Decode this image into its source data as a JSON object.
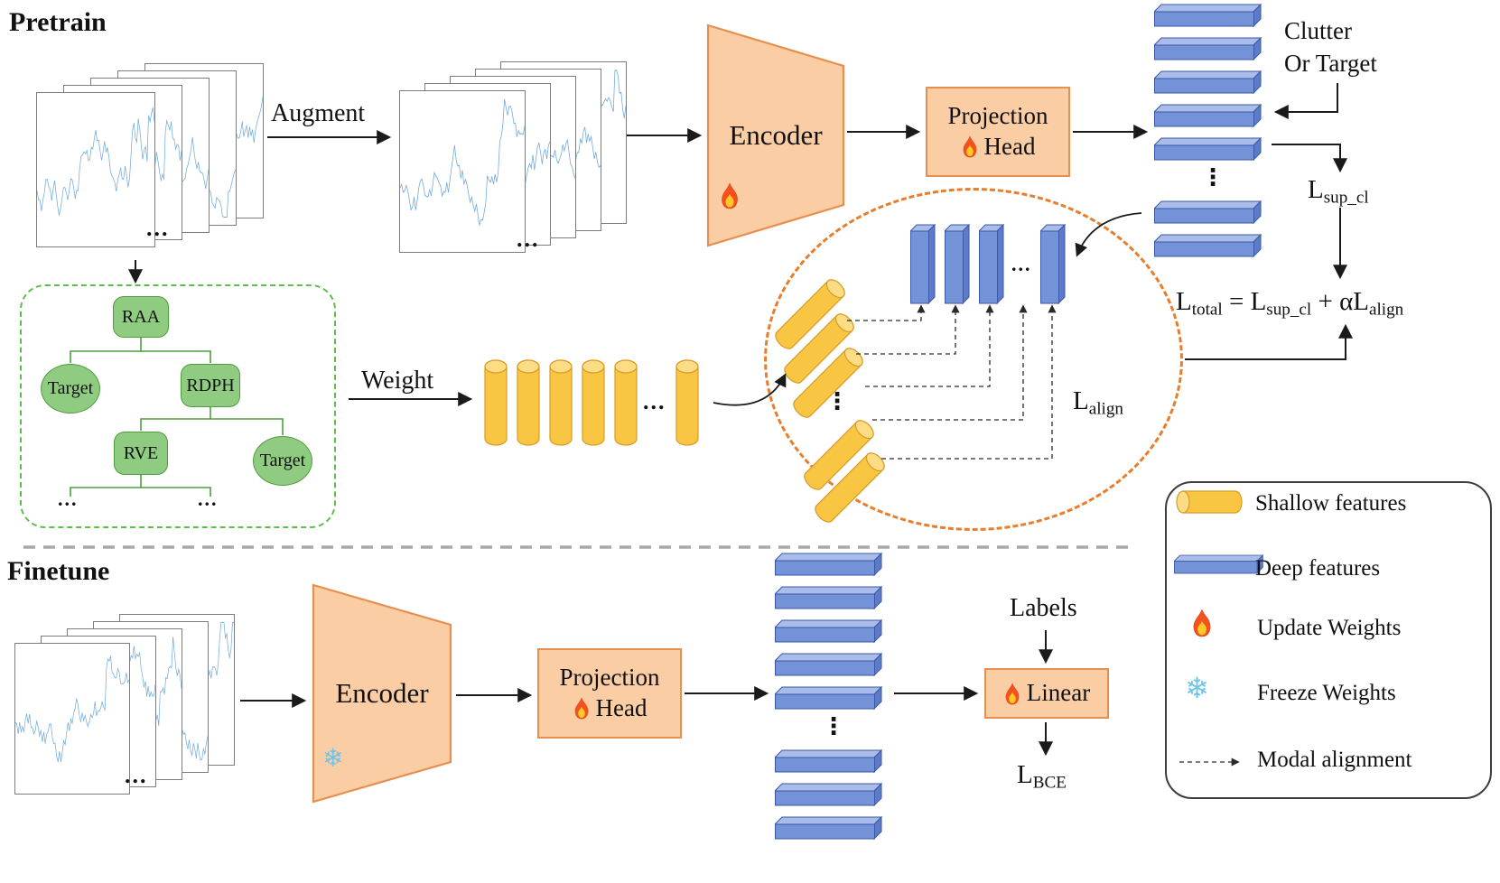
{
  "pretrain": {
    "title": "Pretrain",
    "augment": "Augment",
    "encoder": "Encoder",
    "projection_line1": "Projection",
    "projection_line2": "Head",
    "clutter_line1": "Clutter",
    "clutter_line2": "Or Target",
    "weight": "Weight",
    "tree": {
      "raa": "RAA",
      "target_left": "Target",
      "rdph": "RDPH",
      "rve": "RVE",
      "target_right": "Target"
    },
    "l_sup_cl": {
      "base": "L",
      "sub": "sup_cl"
    },
    "l_align": {
      "base": "L",
      "sub": "align"
    },
    "l_total": {
      "lhs_base": "L",
      "lhs_sub": "total",
      "mid": " = L",
      "mid_sub": "sup_cl",
      "tail": " + αL",
      "tail_sub": "align"
    }
  },
  "finetune": {
    "title": "Finetune",
    "encoder": "Encoder",
    "projection_line1": "Projection",
    "projection_line2": "Head",
    "labels": "Labels",
    "linear": "Linear",
    "l_bce": {
      "base": "L",
      "sub": "BCE"
    }
  },
  "legend": {
    "shallow": "Shallow features",
    "deep": "Deep features",
    "update": "Update Weights",
    "freeze": "Freeze Weights",
    "modal": "Modal alignment"
  },
  "symbols": {
    "ellipsis_h": "...",
    "ellipsis_v": "⋮",
    "snowflake": "❄"
  },
  "colors": {
    "orange_fill": "#FACDA5",
    "orange_border": "#E78F4E",
    "blue_front": "#7392D8",
    "blue_top": "#A9BCEA",
    "blue_side": "#5C7CC9",
    "yellow_body": "#F9C643",
    "yellow_cap": "#FCDD85",
    "green_fill": "#8FCB80",
    "green_border": "#4E9E3E",
    "align_ellipse": "#E87D2B",
    "signal": "#6FA8DC"
  }
}
